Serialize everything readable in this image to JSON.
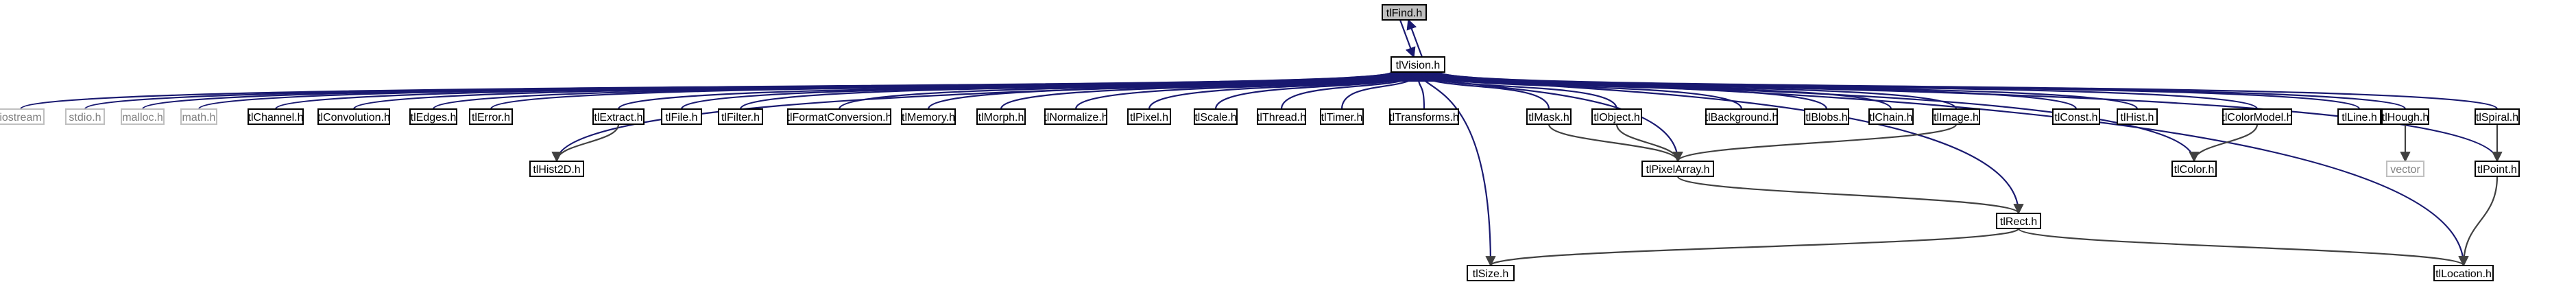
{
  "colors": {
    "edge": "#191970",
    "edge_inner": "#404040",
    "box_stroke": "#000000",
    "box_fill": "#ffffff",
    "ext_stroke": "#bfbfbf",
    "ext_text": "#7f7f7f",
    "root_fill": "#bfbfbf",
    "text": "#000000"
  },
  "diagram": {
    "root": "tlFind.h",
    "nodes": [
      {
        "id": "tlFind",
        "label": "tlFind.h",
        "kind": "root"
      },
      {
        "id": "tlVision",
        "label": "tlVision.h",
        "kind": "file"
      },
      {
        "id": "iostream",
        "label": "iostream",
        "kind": "external"
      },
      {
        "id": "stdio",
        "label": "stdio.h",
        "kind": "external"
      },
      {
        "id": "malloc",
        "label": "malloc.h",
        "kind": "external"
      },
      {
        "id": "math",
        "label": "math.h",
        "kind": "external"
      },
      {
        "id": "tlChannel",
        "label": "tlChannel.h",
        "kind": "file"
      },
      {
        "id": "tlConvolution",
        "label": "tlConvolution.h",
        "kind": "file"
      },
      {
        "id": "tlEdges",
        "label": "tlEdges.h",
        "kind": "file"
      },
      {
        "id": "tlError",
        "label": "tlError.h",
        "kind": "file"
      },
      {
        "id": "tlExtract",
        "label": "tlExtract.h",
        "kind": "file"
      },
      {
        "id": "tlFile",
        "label": "tlFile.h",
        "kind": "file"
      },
      {
        "id": "tlFilter",
        "label": "tlFilter.h",
        "kind": "file"
      },
      {
        "id": "tlFormatConversion",
        "label": "tlFormatConversion.h",
        "kind": "file"
      },
      {
        "id": "tlMemory",
        "label": "tlMemory.h",
        "kind": "file"
      },
      {
        "id": "tlMorph",
        "label": "tlMorph.h",
        "kind": "file"
      },
      {
        "id": "tlNormalize",
        "label": "tlNormalize.h",
        "kind": "file"
      },
      {
        "id": "tlPixel",
        "label": "tlPixel.h",
        "kind": "file"
      },
      {
        "id": "tlScale",
        "label": "tlScale.h",
        "kind": "file"
      },
      {
        "id": "tlThread",
        "label": "tlThread.h",
        "kind": "file"
      },
      {
        "id": "tlTimer",
        "label": "tlTimer.h",
        "kind": "file"
      },
      {
        "id": "tlTransforms",
        "label": "tlTransforms.h",
        "kind": "file"
      },
      {
        "id": "tlMask",
        "label": "tlMask.h",
        "kind": "file"
      },
      {
        "id": "tlObject",
        "label": "tlObject.h",
        "kind": "file"
      },
      {
        "id": "tlBackground",
        "label": "tlBackground.h",
        "kind": "file"
      },
      {
        "id": "tlBlobs",
        "label": "tlBlobs.h",
        "kind": "file"
      },
      {
        "id": "tlChain",
        "label": "tlChain.h",
        "kind": "file"
      },
      {
        "id": "tlImage",
        "label": "tlImage.h",
        "kind": "file"
      },
      {
        "id": "tlConst",
        "label": "tlConst.h",
        "kind": "file"
      },
      {
        "id": "tlHist",
        "label": "tlHist.h",
        "kind": "file"
      },
      {
        "id": "tlColorModel",
        "label": "tlColorModel.h",
        "kind": "file"
      },
      {
        "id": "tlLine",
        "label": "tlLine.h",
        "kind": "file"
      },
      {
        "id": "tlHough",
        "label": "tlHough.h",
        "kind": "file"
      },
      {
        "id": "tlSpiral",
        "label": "tlSpiral.h",
        "kind": "file"
      },
      {
        "id": "tlHist2D",
        "label": "tlHist2D.h",
        "kind": "file"
      },
      {
        "id": "tlPixelArray",
        "label": "tlPixelArray.h",
        "kind": "file"
      },
      {
        "id": "tlColor",
        "label": "tlColor.h",
        "kind": "file"
      },
      {
        "id": "vector",
        "label": "vector",
        "kind": "external"
      },
      {
        "id": "tlPoint",
        "label": "tlPoint.h",
        "kind": "file"
      },
      {
        "id": "tlRect",
        "label": "tlRect.h",
        "kind": "file"
      },
      {
        "id": "tlSize",
        "label": "tlSize.h",
        "kind": "file"
      },
      {
        "id": "tlLocation",
        "label": "tlLocation.h",
        "kind": "file"
      }
    ],
    "edges": [
      [
        "tlFind",
        "tlVision"
      ],
      [
        "tlVision",
        "tlFind"
      ],
      [
        "tlVision",
        "iostream"
      ],
      [
        "tlVision",
        "stdio"
      ],
      [
        "tlVision",
        "malloc"
      ],
      [
        "tlVision",
        "math"
      ],
      [
        "tlVision",
        "tlChannel"
      ],
      [
        "tlVision",
        "tlConvolution"
      ],
      [
        "tlVision",
        "tlEdges"
      ],
      [
        "tlVision",
        "tlError"
      ],
      [
        "tlVision",
        "tlExtract"
      ],
      [
        "tlVision",
        "tlFile"
      ],
      [
        "tlVision",
        "tlFilter"
      ],
      [
        "tlVision",
        "tlFormatConversion"
      ],
      [
        "tlVision",
        "tlMemory"
      ],
      [
        "tlVision",
        "tlMorph"
      ],
      [
        "tlVision",
        "tlNormalize"
      ],
      [
        "tlVision",
        "tlPixel"
      ],
      [
        "tlVision",
        "tlScale"
      ],
      [
        "tlVision",
        "tlThread"
      ],
      [
        "tlVision",
        "tlTimer"
      ],
      [
        "tlVision",
        "tlTransforms"
      ],
      [
        "tlVision",
        "tlMask"
      ],
      [
        "tlVision",
        "tlObject"
      ],
      [
        "tlVision",
        "tlBackground"
      ],
      [
        "tlVision",
        "tlBlobs"
      ],
      [
        "tlVision",
        "tlChain"
      ],
      [
        "tlVision",
        "tlImage"
      ],
      [
        "tlVision",
        "tlConst"
      ],
      [
        "tlVision",
        "tlHist"
      ],
      [
        "tlVision",
        "tlColorModel"
      ],
      [
        "tlVision",
        "tlLine"
      ],
      [
        "tlVision",
        "tlHough"
      ],
      [
        "tlVision",
        "tlSpiral"
      ],
      [
        "tlVision",
        "tlHist2D"
      ],
      [
        "tlVision",
        "tlPixelArray"
      ],
      [
        "tlVision",
        "tlColor"
      ],
      [
        "tlVision",
        "tlPoint"
      ],
      [
        "tlVision",
        "tlRect"
      ],
      [
        "tlVision",
        "tlSize"
      ],
      [
        "tlVision",
        "tlLocation"
      ],
      [
        "tlExtract",
        "tlHist2D"
      ],
      [
        "tlMask",
        "tlPixelArray"
      ],
      [
        "tlObject",
        "tlPixelArray"
      ],
      [
        "tlImage",
        "tlPixelArray"
      ],
      [
        "tlPixelArray",
        "tlRect"
      ],
      [
        "tlColorModel",
        "tlColor"
      ],
      [
        "tlHough",
        "vector"
      ],
      [
        "tlSpiral",
        "tlPoint"
      ],
      [
        "tlRect",
        "tlSize"
      ],
      [
        "tlRect",
        "tlLocation"
      ],
      [
        "tlPoint",
        "tlLocation"
      ]
    ]
  }
}
